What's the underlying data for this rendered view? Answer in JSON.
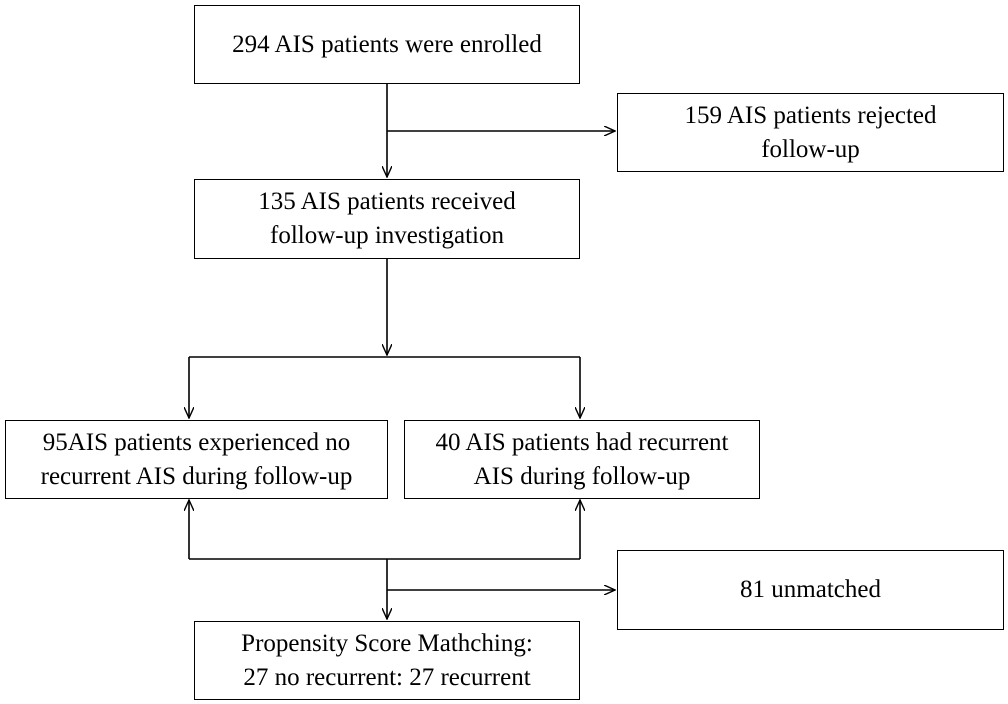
{
  "boxes": {
    "enrolled": [
      "294 AIS patients were enrolled"
    ],
    "rejected": [
      "159 AIS patients rejected",
      "follow-up"
    ],
    "received": [
      "135 AIS patients received",
      "follow-up investigation"
    ],
    "no_recurrent": [
      "95AIS patients experienced no",
      "recurrent AIS during follow-up"
    ],
    "recurrent": [
      "40 AIS patients had recurrent",
      "AIS during follow-up"
    ],
    "unmatched": [
      "81 unmatched"
    ],
    "psm": [
      "Propensity Score Mathching:",
      "27 no recurrent: 27 recurrent"
    ]
  }
}
